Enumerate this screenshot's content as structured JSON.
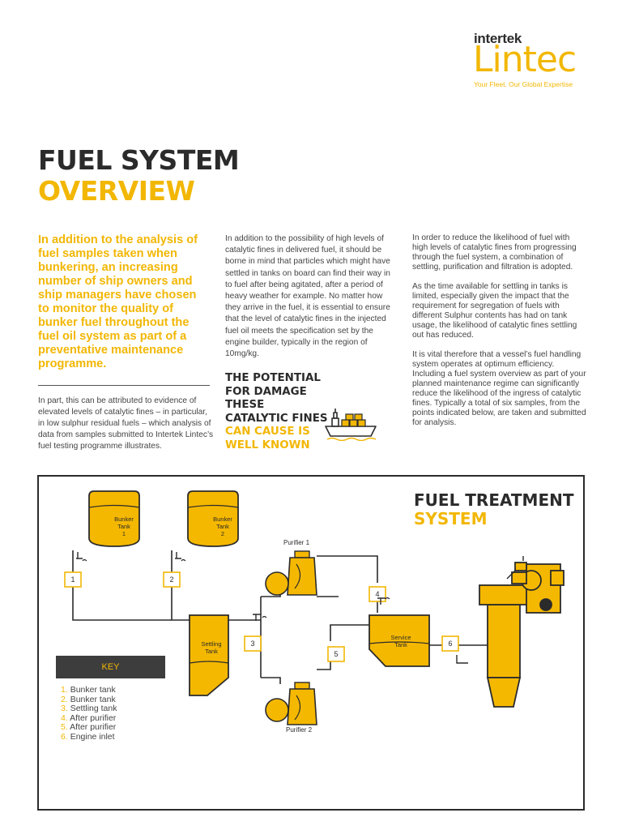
{
  "brand": {
    "company": "intertek",
    "product": "Lintec",
    "tagline": "Your Fleet. Our Global Expertise"
  },
  "title": {
    "line1": "FUEL SYSTEM",
    "line2": "OVERVIEW"
  },
  "lead": "In addition to the analysis of fuel samples taken when bunkering, an increasing number of ship owners and ship managers have chosen to monitor the quality of bunker fuel throughout the fuel oil system as part of a preventative maintenance programme.",
  "col1_body": "In part, this can be attributed to evidence of elevated levels of catalytic fines – in particular, in low sulphur residual fuels – which analysis of data from samples submitted to Intertek Lintec’s fuel testing programme illustrates.",
  "col2_body": "In addition to the possibility of high levels of catalytic fines in delivered fuel, it should be borne in mind that particles which might have settled in tanks on board can find their way in to fuel after being agitated, after a period of heavy weather for example. No matter how they arrive in the fuel, it is essential to ensure that the level of catalytic fines in the injected fuel oil meets the specification set by the engine builder, typically in the region of 10mg/kg.",
  "callout": {
    "line1": "THE POTENTIAL",
    "line2": "FOR DAMAGE",
    "line3": "THESE",
    "line4": "CATALYTIC FINES",
    "line5": "CAN CAUSE IS",
    "line6": "WELL KNOWN"
  },
  "col3": {
    "p1": "In order to reduce the likelihood of fuel with high levels of catalytic fines from progressing through the fuel system, a combination of settling, purification and filtration is adopted.",
    "p2": "As the time available for settling in tanks is limited, especially given the impact that the requirement for segregation of fuels with different Sulphur contents has had on tank usage, the likelihood of catalytic fines settling out has reduced.",
    "p3": "It is vital therefore that a vessel’s fuel handling system operates at optimum efficiency. Including a fuel system overview as part of your planned maintenance regime can significantly reduce the likelihood of the ingress of catalytic fines. Typically a total of six samples, from the points indicated below, are taken and submitted for analysis."
  },
  "diagram": {
    "title1": "FUEL TREATMENT",
    "title2": "SYSTEM",
    "bunker1": {
      "l1": "Bunker",
      "l2": "Tank",
      "l3": "1"
    },
    "bunker2": {
      "l1": "Bunker",
      "l2": "Tank",
      "l3": "2"
    },
    "settling": {
      "l1": "Settling",
      "l2": "Tank"
    },
    "service": {
      "l1": "Service",
      "l2": "Tank"
    },
    "purifier1": "Purifier 1",
    "purifier2": "Purifier 2",
    "points": [
      "1",
      "2",
      "3",
      "4",
      "5",
      "6"
    ],
    "key_title": "KEY",
    "key": [
      {
        "n": "1.",
        "label": "Bunker tank"
      },
      {
        "n": "2.",
        "label": "Bunker tank"
      },
      {
        "n": "3.",
        "label": "Settling tank"
      },
      {
        "n": "4.",
        "label": "After purifier"
      },
      {
        "n": "5.",
        "label": "After purifier"
      },
      {
        "n": "6.",
        "label": "Engine inlet"
      }
    ]
  },
  "colors": {
    "accent": "#f2b705",
    "dark": "#2b2b2b"
  }
}
